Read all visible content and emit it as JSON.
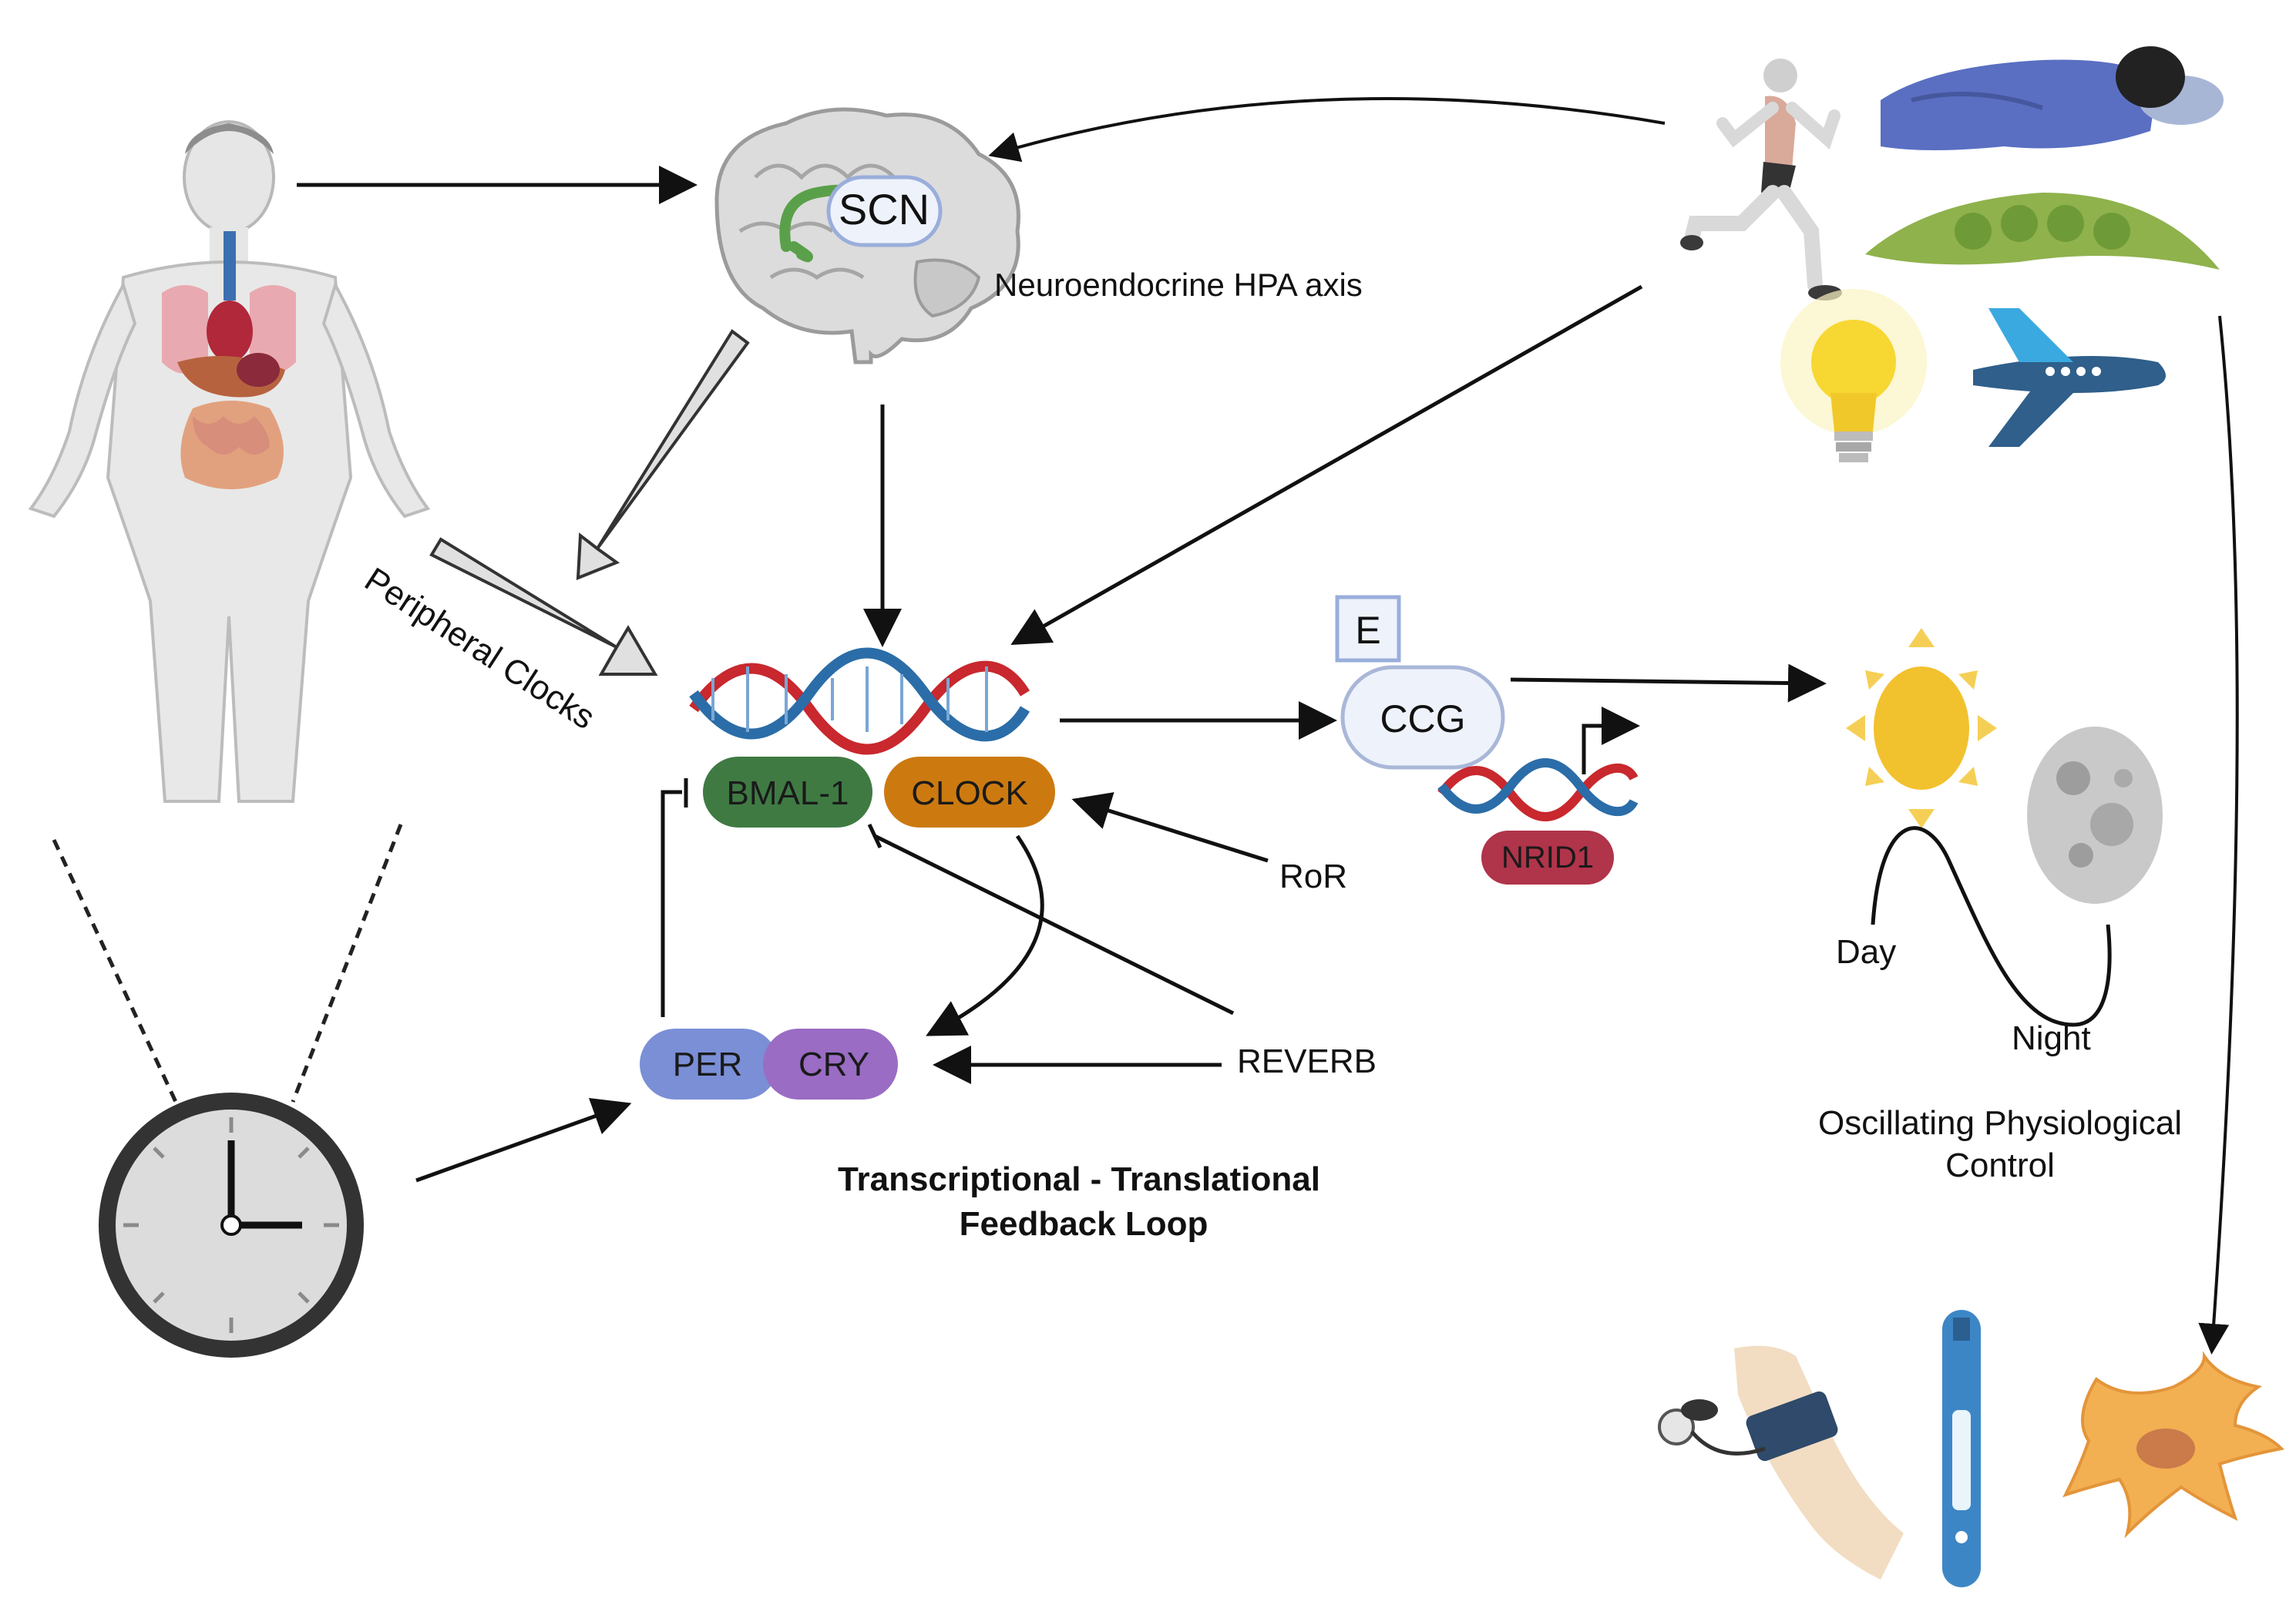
{
  "labels": {
    "scn": "SCN",
    "neuroendocrine": "Neuroendocrine HPA axis",
    "peripheral": "Peripheral Clocks",
    "bmal": "BMAL-1",
    "clock": "CLOCK",
    "e_box": "E",
    "ccg": "CCG",
    "nrid": "NRID1",
    "ror": "RoR",
    "reverb": "REVERB",
    "per": "PER",
    "cry": "CRY",
    "ttfl_line1": "Transcriptional - Translational",
    "ttfl_line2": "Feedback Loop",
    "day": "Day",
    "night": "Night",
    "ocean_line1": "Oscillating Physiological",
    "ocean_line2": "Control"
  },
  "colors": {
    "bmal": "#3f7a43",
    "clock": "#cc7a10",
    "per": "#7a8fd6",
    "cry": "#9a6cc4",
    "nrid": "#b0344a",
    "ccg_fill": "#eef2fb",
    "ccg_stroke": "#a9b7d8",
    "dna_red": "#c8282e",
    "dna_blue": "#2b6da8",
    "sun": "#f2c12e",
    "moon": "#c9c9c9",
    "arrow": "#111111",
    "hollow_arrow": "#e0e0e0"
  },
  "icons": [
    "human-body-icon",
    "brain-icon",
    "runner-icon",
    "sleeping-person-icon",
    "pea-pod-icon",
    "light-bulb-icon",
    "airplane-icon",
    "clock-icon",
    "sun-icon",
    "moon-icon",
    "blood-pressure-icon",
    "thermometer-icon",
    "cell-icon",
    "dna-icon"
  ]
}
